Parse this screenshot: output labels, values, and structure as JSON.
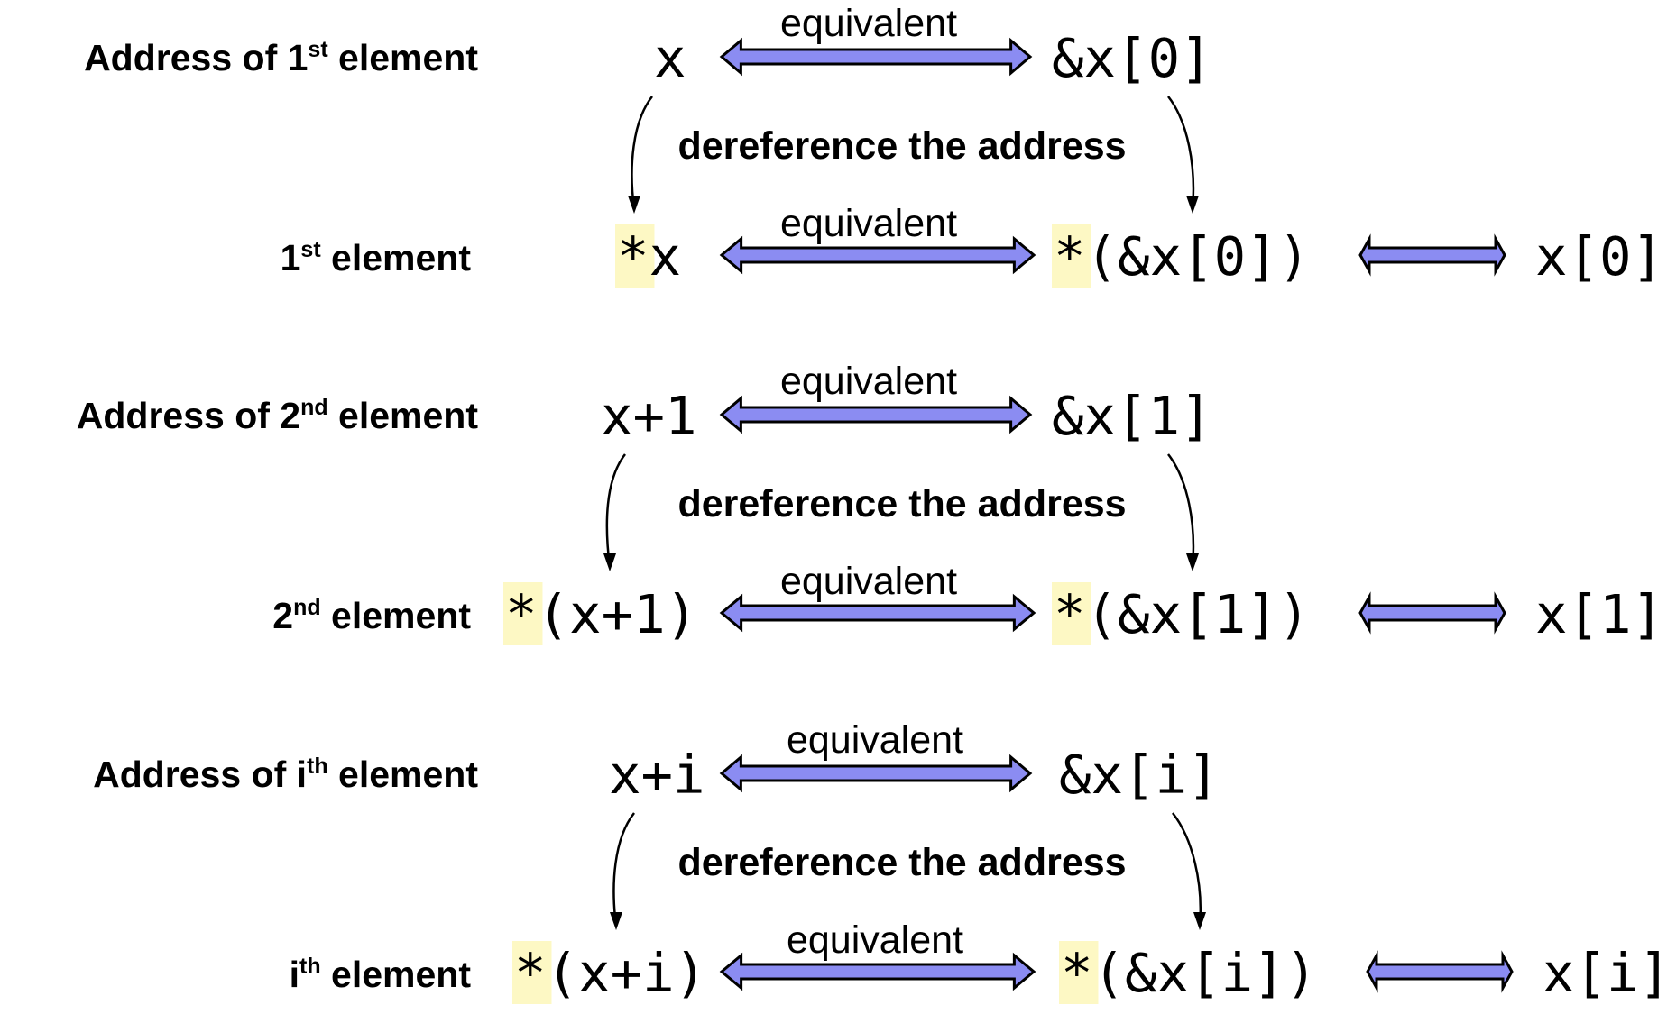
{
  "colors": {
    "arrow_fill": "#8b8cf2",
    "arrow_stroke": "#000000",
    "star_highlight": "#fdf8c4",
    "text": "#000000",
    "background": "#ffffff"
  },
  "sections": [
    {
      "address_label": {
        "prefix": "Address of 1",
        "sup": "st",
        "suffix": " element"
      },
      "element_label": {
        "prefix": "1",
        "sup": "st",
        "suffix": " element"
      },
      "address_expr": "x",
      "address_index_expr": "&x[0]",
      "top_equiv_label": "equivalent",
      "deref_label": "dereference the address",
      "element_expr": {
        "star": "*",
        "rest": "x"
      },
      "element_index_expr": {
        "star": "*",
        "rest": "(&x[0])"
      },
      "bottom_equiv_label": "equivalent",
      "final_expr": "x[0]"
    },
    {
      "address_label": {
        "prefix": "Address of 2",
        "sup": "nd",
        "suffix": " element"
      },
      "element_label": {
        "prefix": "2",
        "sup": "nd",
        "suffix": " element"
      },
      "address_expr": "x+1",
      "address_index_expr": "&x[1]",
      "top_equiv_label": "equivalent",
      "deref_label": "dereference the address",
      "element_expr": {
        "star": "*",
        "rest": "(x+1)"
      },
      "element_index_expr": {
        "star": "*",
        "rest": "(&x[1])"
      },
      "bottom_equiv_label": "equivalent",
      "final_expr": "x[1]"
    },
    {
      "address_label": {
        "prefix": "Address of i",
        "sup": "th",
        "suffix": " element"
      },
      "element_label": {
        "prefix": "i",
        "sup": "th",
        "suffix": " element"
      },
      "address_expr": "x+i",
      "address_index_expr": "&x[i]",
      "top_equiv_label": "equivalent",
      "deref_label": "dereference the address",
      "element_expr": {
        "star": "*",
        "rest": "(x+i)"
      },
      "element_index_expr": {
        "star": "*",
        "rest": "(&x[i])"
      },
      "bottom_equiv_label": "equivalent",
      "final_expr": "x[i]"
    }
  ]
}
